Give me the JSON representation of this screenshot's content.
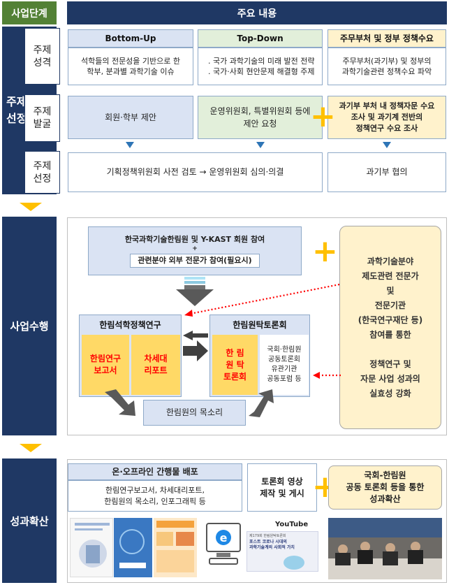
{
  "header": {
    "stage_col": "사업단계",
    "content_col": "주요 내용"
  },
  "stages": {
    "topic": "주제\n선정",
    "execution": "사업수행",
    "diffusion": "성과확산"
  },
  "topic": {
    "rows": {
      "nature": "주제\n성격",
      "discovery": "주제\n발굴",
      "selection": "주제\n선정"
    },
    "columns": {
      "bottom_up": {
        "title": "Bottom-Up",
        "nature": "석학들의 전문성을 기반으로 한\n학부, 분과별 과학기술 이슈",
        "discovery": "회원·학부 제안"
      },
      "top_down": {
        "title": "Top-Down",
        "nature": ". 국가 과학기술의 미래 발전 전략\n. 국가·사회 현안문제 해결형 주제",
        "discovery": "운영위원회, 특별위원회 등에\n제안 요청"
      },
      "ministry": {
        "title": "주무부처 및 정부 정책수요",
        "nature": "주무부처(과기부) 및 정부의\n과학기술관련 정책수요 파악",
        "discovery": "과기부 부처 내 정책자문 수요\n조사 및 과기계 전반의\n정책연구 수요 조사"
      }
    },
    "selection_left": "기획정책위원회 사전 검토 → 운영위원회 심의·의결",
    "selection_right": "과기부 협의"
  },
  "execution": {
    "participation_line1": "한국과학기술한림원 및 Y-KAST 회원 참여",
    "participation_plus": "+",
    "participation_line2": "관련분야 외부 전문가 참여(필요시)",
    "policy_research": {
      "title": "한림석학정책연구",
      "item1": "한림연구\n보고서",
      "item2": "차세대\n리포트"
    },
    "debate": {
      "title": "한림원탁토론회",
      "item1": "한 림\n원 탁\n토론회",
      "item2": "국회·한림원\n공동토론회\n유관기관\n공동포럼 등"
    },
    "voice": "한림원의 목소리",
    "side_text": "과학기술분야\n제도관련 전문가\n및\n전문기관\n(한국연구재단 등)\n참여를 통한\n\n정책연구 및\n자문 사업 성과의\n실효성 강화"
  },
  "diffusion": {
    "publication_title": "온·오프라인 간행물 배포",
    "publication_body": "한림연구보고서, 차세대리포트,\n한림원의 목소리, 인포그래픽 등",
    "video": "토론회 영상\n제작 및 게시",
    "joint": "국회-한림원\n공동 토론회 등을 통한\n성과확산",
    "youtube_logo": "YouTube",
    "thumb_caption": "포스트 코로나 시대의\n과학기술계의 사회적 가치",
    "thumb_tag": "제179회 한림원탁토론회"
  },
  "colors": {
    "navy": "#1f3864",
    "green": "#538135",
    "yellow": "#ffc000",
    "red": "#ff0000"
  }
}
